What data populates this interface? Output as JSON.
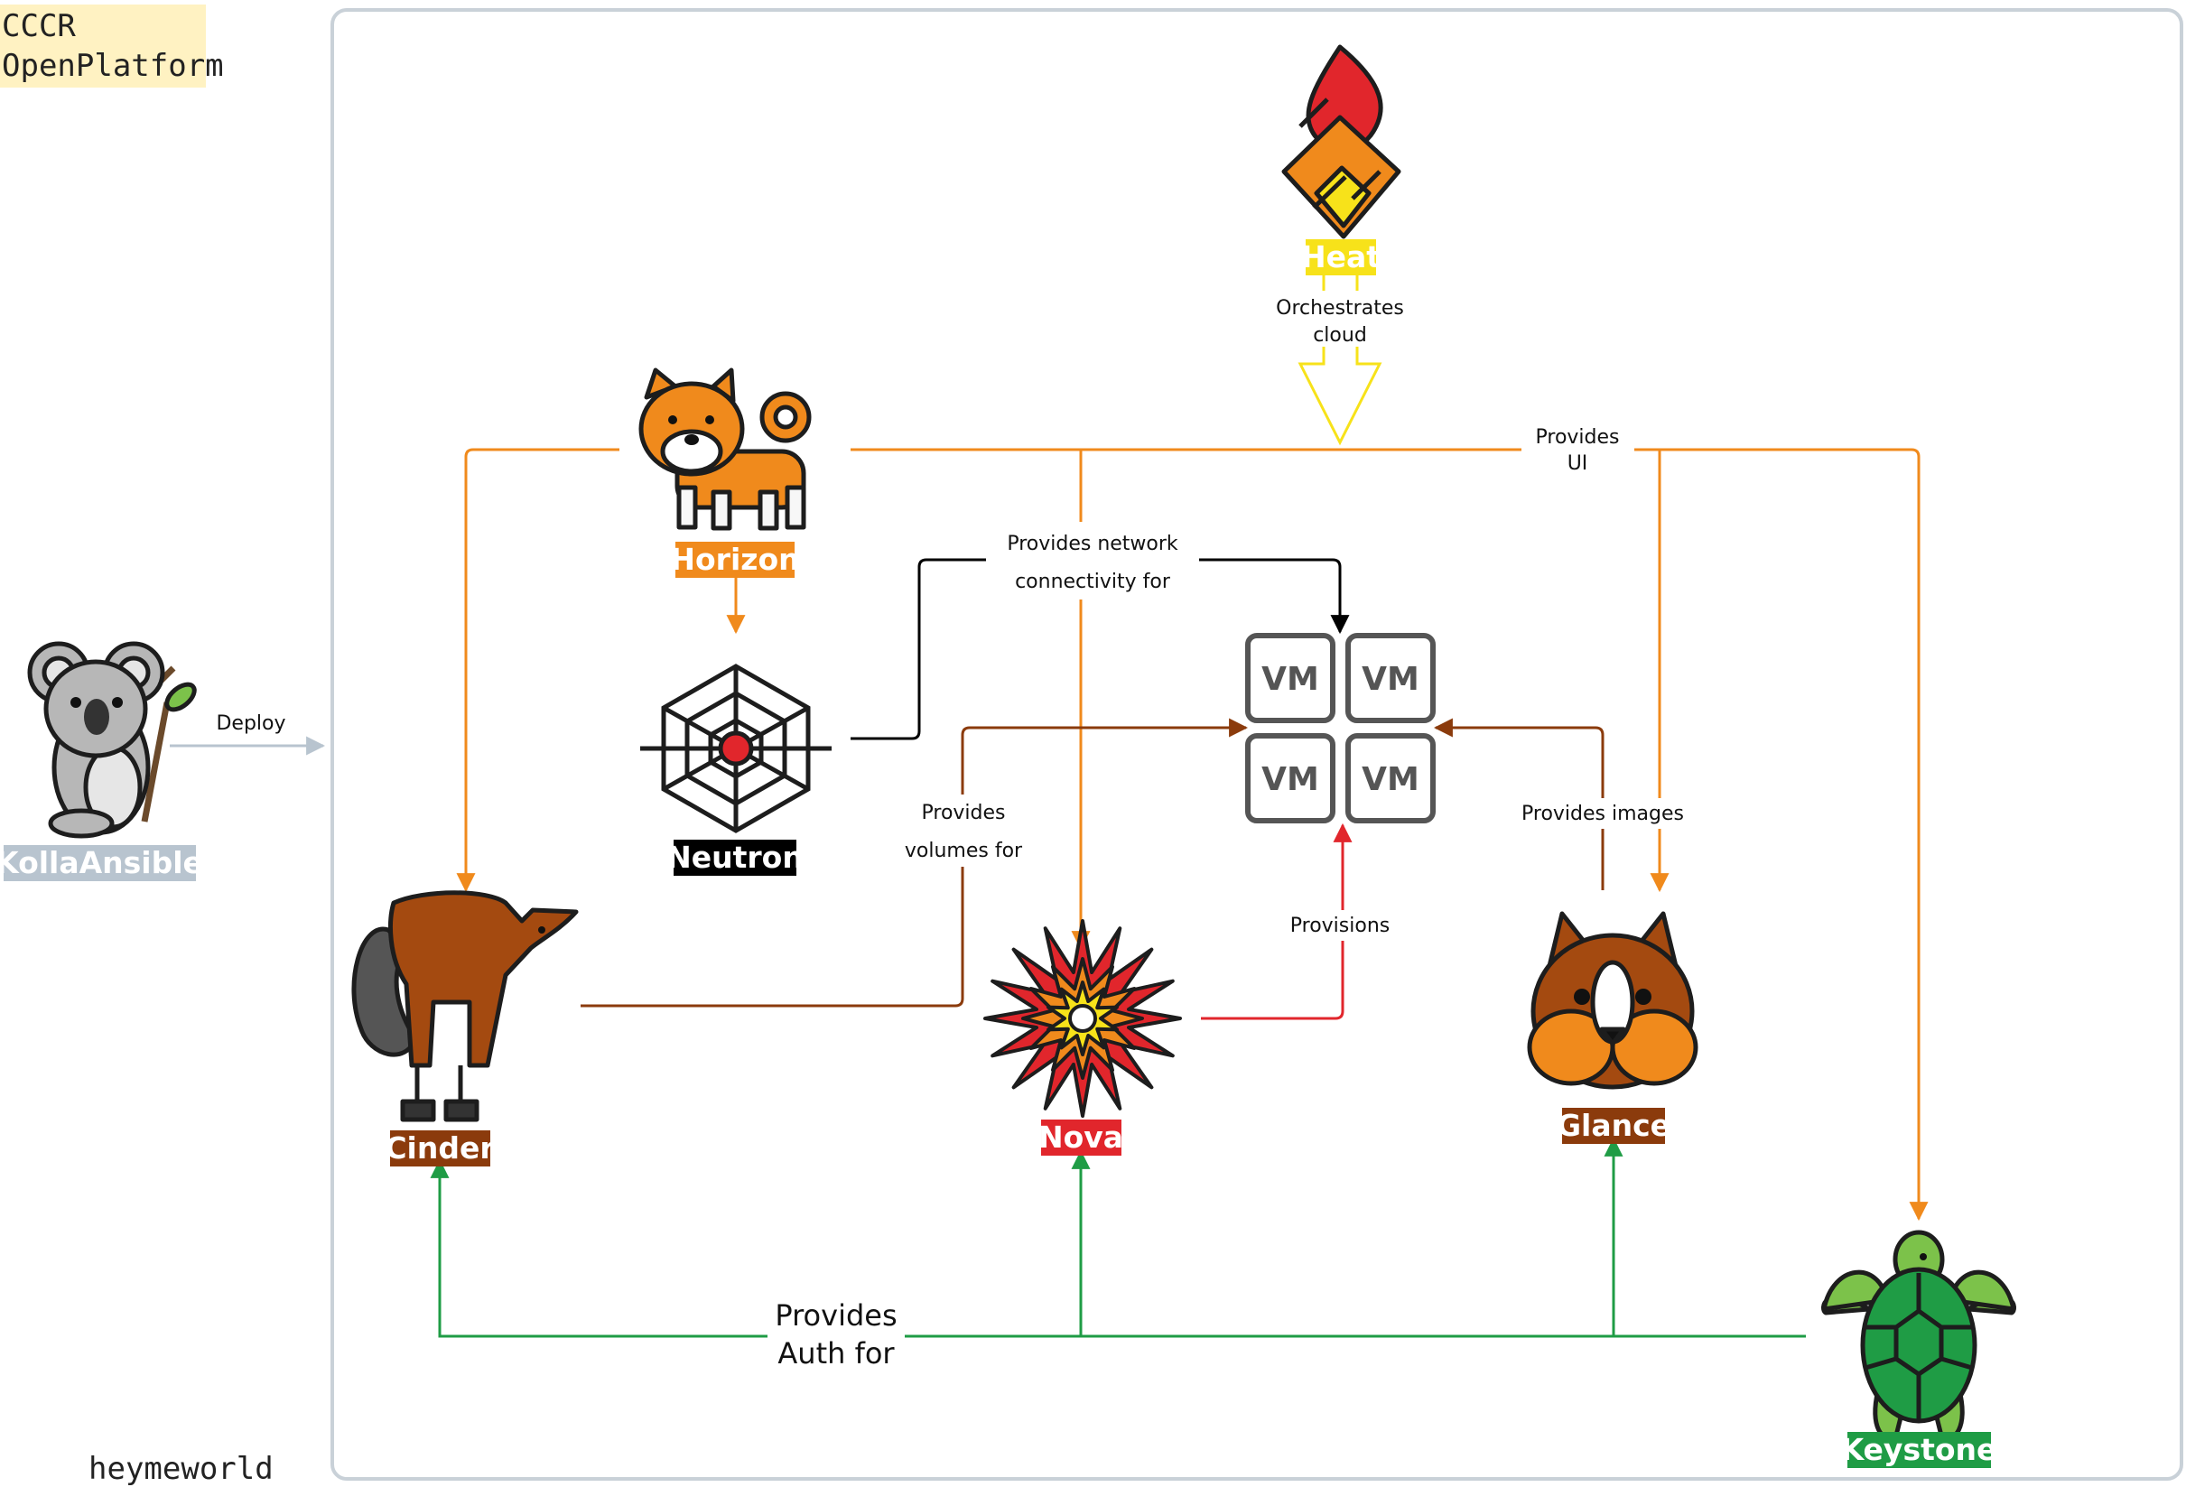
{
  "colors": {
    "orange": "#f08a1c",
    "brown": "#8b3b0c",
    "red": "#e1262c",
    "green": "#1f9c45",
    "yellow": "#f7e21a",
    "black": "#000000",
    "grey": "#b8c4cf",
    "boundary": "#c9d1d8",
    "note": "#fff2c2"
  },
  "note": {
    "line1": "CCCR",
    "line2": "OpenPlatform"
  },
  "signature": "heymeworld",
  "deploy_label": "Deploy",
  "components": {
    "kolla": {
      "label": "KollaAnsible",
      "icon": "koala-icon"
    },
    "heat": {
      "label": "Heat",
      "icon": "flame-icon"
    },
    "horizon": {
      "label": "Horizon",
      "icon": "shiba-dog-icon"
    },
    "neutron": {
      "label": "Neutron",
      "icon": "spider-web-icon"
    },
    "cinder": {
      "label": "Cinder",
      "icon": "horse-icon"
    },
    "nova": {
      "label": "Nova",
      "icon": "star-burst-icon"
    },
    "glance": {
      "label": "Glance",
      "icon": "chipmunk-icon"
    },
    "keystone": {
      "label": "Keystone",
      "icon": "turtle-icon"
    }
  },
  "vms": [
    "VM",
    "VM",
    "VM",
    "VM"
  ],
  "edge_labels": {
    "heat": [
      "Orchestrates",
      "cloud"
    ],
    "horizon": [
      "Provides",
      "UI"
    ],
    "neutron": [
      "Provides network",
      "connectivity for"
    ],
    "cinder": [
      "Provides",
      "volumes for"
    ],
    "glance": "Provides images",
    "nova": "Provisions",
    "keystone": [
      "Provides",
      "Auth for"
    ]
  }
}
